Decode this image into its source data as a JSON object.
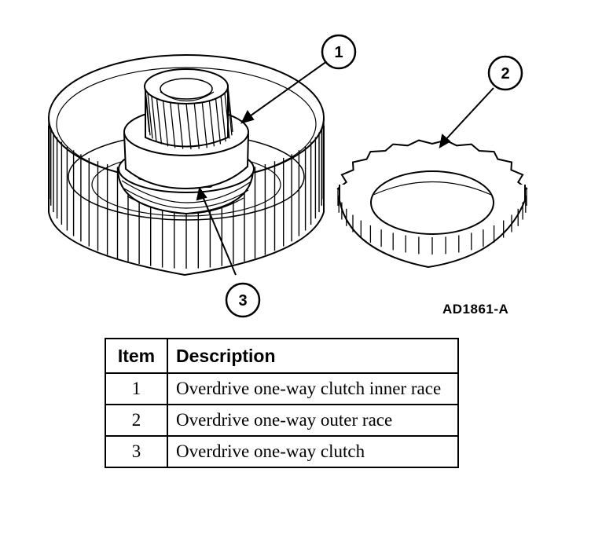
{
  "figure": {
    "code": "AD1861-A",
    "callouts": [
      "1",
      "2",
      "3"
    ]
  },
  "legend": {
    "headers": {
      "item": "Item",
      "description": "Description"
    },
    "rows": [
      {
        "item": "1",
        "description": "Overdrive one-way clutch inner race"
      },
      {
        "item": "2",
        "description": "Overdrive one-way outer race"
      },
      {
        "item": "3",
        "description": "Overdrive one-way clutch"
      }
    ]
  }
}
